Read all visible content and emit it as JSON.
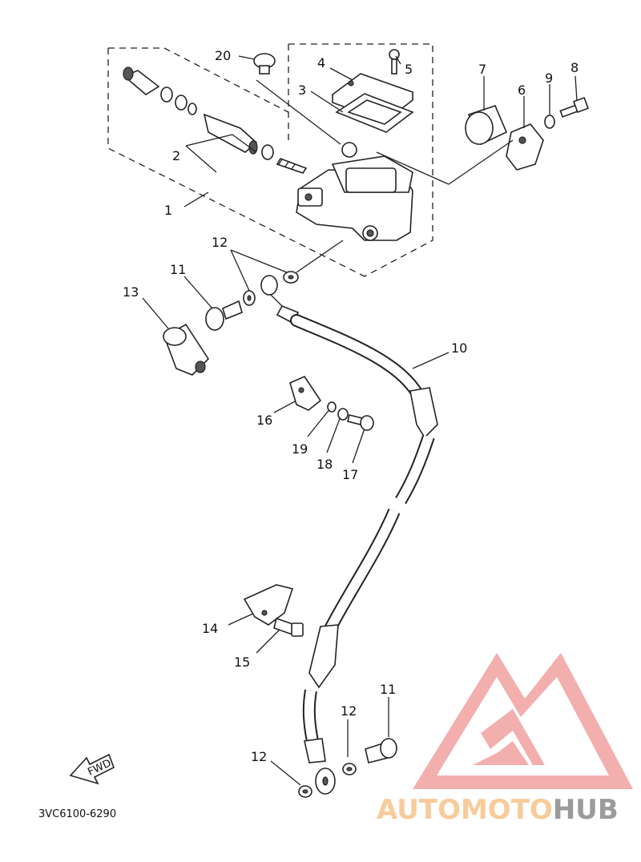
{
  "diagram": {
    "code": "3VC6100-6290",
    "fwd_label": "FWD",
    "callouts": [
      "20",
      "4",
      "5",
      "3",
      "7",
      "6",
      "9",
      "8",
      "2",
      "1",
      "12",
      "11",
      "13",
      "10",
      "16",
      "19",
      "18",
      "17",
      "14",
      "15",
      "11",
      "12",
      "12"
    ]
  },
  "watermark": {
    "brand_prefix": "AUTOMOTO",
    "brand_suffix": "HUB",
    "colors": {
      "logo": "#f2a0a0",
      "prefix": "#f7c28a",
      "suffix": "#8a8a8a"
    }
  }
}
